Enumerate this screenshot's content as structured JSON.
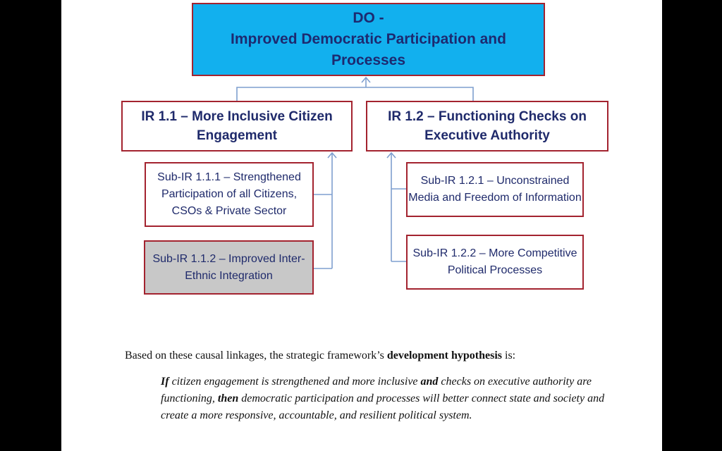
{
  "do_box": {
    "line1": "DO -",
    "line2": "Improved Democratic Participation and Processes"
  },
  "ir_1_1": {
    "line1": "IR 1.1 – More Inclusive Citizen",
    "line2": "Engagement"
  },
  "ir_1_2": {
    "line1": "IR 1.2 – Functioning Checks on",
    "line2": "Executive Authority"
  },
  "sub_ir_1_1_1": {
    "line1": "Sub-IR 1.1.1 – Strengthened",
    "line2": "Participation of all Citizens,",
    "line3": "CSOs & Private Sector"
  },
  "sub_ir_1_1_2": {
    "line1": "Sub-IR 1.1.2 – Improved Inter-",
    "line2": "Ethnic Integration"
  },
  "sub_ir_1_2_1": {
    "line1": "Sub-IR 1.2.1 – Unconstrained",
    "line2": "Media and Freedom of Information"
  },
  "sub_ir_1_2_2": {
    "line1": "Sub-IR 1.2.2 – More Competitive",
    "line2": "Political Processes"
  },
  "hypothesis": {
    "lead_before": "Based on these causal linkages, the strategic framework’s ",
    "lead_bold": "development hypothesis",
    "lead_after": " is:",
    "if_word": "If",
    "part1": " citizen engagement is strengthened and more inclusive ",
    "and_word": "and",
    "part2": " checks on executive authority are  functioning, ",
    "then_word": "then",
    "part3": " democratic participation and processes will better connect state and society and create a more responsive, accountable, and resilient political system."
  },
  "colors": {
    "do_fill": "#12b0ee",
    "box_border": "#a3232f",
    "text": "#1f2a6b",
    "highlight_fill": "#c8c8c8",
    "connector": "#7f9fcf"
  }
}
